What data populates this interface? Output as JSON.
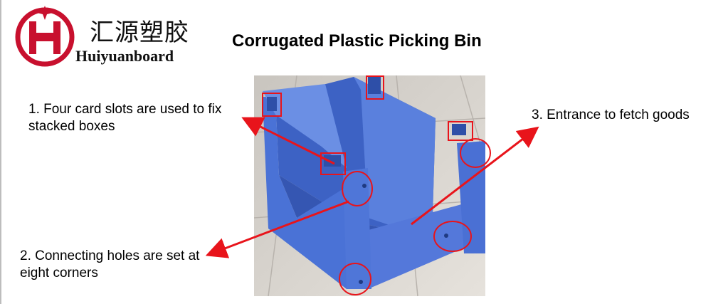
{
  "header": {
    "logo_cn": "汇源塑胶",
    "logo_en": "Huiyuanboard",
    "title": "Corrugated Plastic Picking Bin"
  },
  "callouts": [
    {
      "text": "1. Four card slots are used to fix stacked boxes"
    },
    {
      "text": "2. Connecting holes are set at eight corners"
    },
    {
      "text": "3. Entrance to fetch goods"
    }
  ],
  "colors": {
    "brand_red": "#c8102e",
    "arrow_red": "#e8141b",
    "bin_blue": "#4a72d6"
  },
  "icons": {
    "logo": "huiyuan-logo-icon",
    "photo": "picking-bin-photo"
  }
}
